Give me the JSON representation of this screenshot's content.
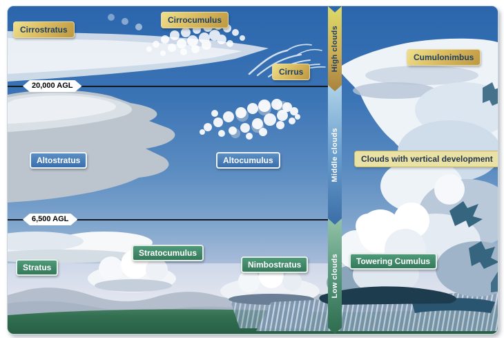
{
  "altitude_bar": {
    "segments": [
      {
        "id": "high",
        "label": "High clouds",
        "gradient_top": "#dcda68",
        "gradient_bottom": "#a6813c",
        "text_color": "#20405f"
      },
      {
        "id": "middle",
        "label": "Middle clouds",
        "gradient_top": "#aed2e8",
        "gradient_bottom": "#3a6da6",
        "text_color": "#ffffff"
      },
      {
        "id": "low",
        "label": "Low clouds",
        "gradient_top": "#93c2a8",
        "gradient_bottom": "#2e6b4f",
        "text_color": "#ffffff"
      }
    ]
  },
  "altitude_markers": [
    {
      "label": "20,000 AGL"
    },
    {
      "label": "6,500 AGL"
    }
  ],
  "cloud_labels": {
    "cirrostratus": {
      "label": "Cirrostratus",
      "category": "high"
    },
    "cirrocumulus": {
      "label": "Cirrocumulus",
      "category": "high"
    },
    "cirrus": {
      "label": "Cirrus",
      "category": "high"
    },
    "cumulonimbus": {
      "label": "Cumulonimbus",
      "category": "high"
    },
    "altostratus": {
      "label": "Altostratus",
      "category": "middle"
    },
    "altocumulus": {
      "label": "Altocumulus",
      "category": "middle"
    },
    "vertical_development": {
      "label": "Clouds with vertical development",
      "category": "vertical"
    },
    "stratus": {
      "label": "Stratus",
      "category": "low"
    },
    "stratocumulus": {
      "label": "Stratocumulus",
      "category": "low"
    },
    "nimbostratus": {
      "label": "Nimbostratus",
      "category": "low"
    },
    "towering_cumulus": {
      "label": "Towering Cumulus",
      "category": "low"
    }
  },
  "colors": {
    "label_gold_bg": "#cdae58",
    "label_gold_text": "#1c3e63",
    "label_blue_bg": "#4077b3",
    "label_green_bg": "#3e8a6a",
    "label_cream_bg": "#eae2a4",
    "marker_line": "#15191d",
    "sky_top": "#2b66ad",
    "ground_green": "#2e6b4e"
  }
}
